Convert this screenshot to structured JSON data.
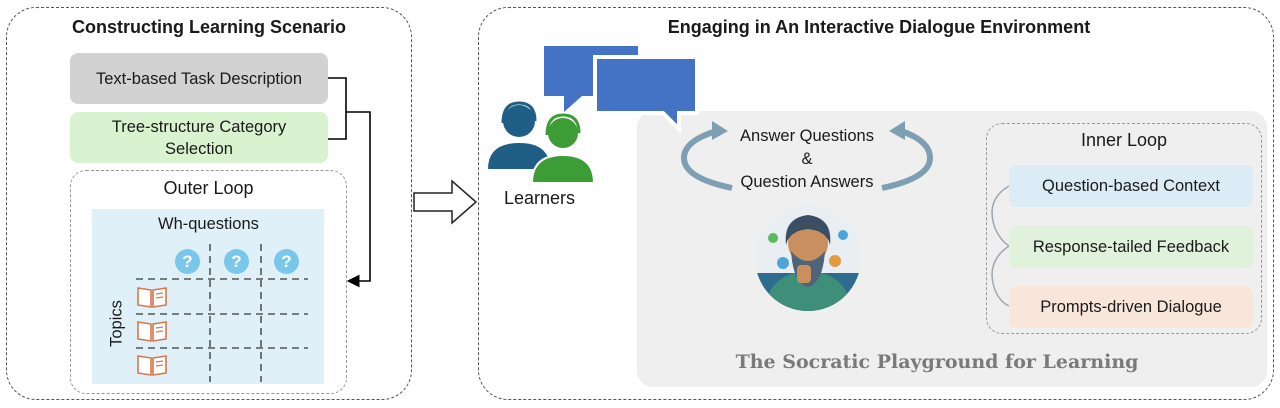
{
  "left_panel": {
    "title": "Constructing Learning Scenario",
    "task_box": "Text-based Task Description",
    "category_box_line1": "Tree-structure Category",
    "category_box_line2": "Selection",
    "outer_loop": {
      "title": "Outer Loop",
      "wh_label": "Wh-questions",
      "topics_label": "Topics",
      "question_mark": "?"
    }
  },
  "right_panel": {
    "title": "Engaging in An Interactive Dialogue Environment",
    "learners_label": "Learners",
    "dialogue_line1": "Answer Questions",
    "dialogue_line2": "&",
    "dialogue_line3": "Question Answers",
    "playground_label": "The Socratic Playground for Learning",
    "inner_loop": {
      "title": "Inner Loop",
      "items": [
        "Question-based Context",
        "Response-tailed Feedback",
        "Prompts-driven Dialogue"
      ]
    }
  },
  "colors": {
    "task_box": "#d2d2d2",
    "category_box": "#d9f2d0",
    "grid_bg": "#dff0f8",
    "question_circle": "#79c7ea",
    "speech_bubble": "#4472c4",
    "learner_dark": "#1f5f86",
    "learner_green": "#3c9d37",
    "playground_bg": "#efefef",
    "inner_item_1": "#dcecf7",
    "inner_item_2": "#e1f2dc",
    "inner_item_3": "#f9e6da",
    "cycle_arrow": "#7e9fb1",
    "book_icon": "#d8774c"
  }
}
